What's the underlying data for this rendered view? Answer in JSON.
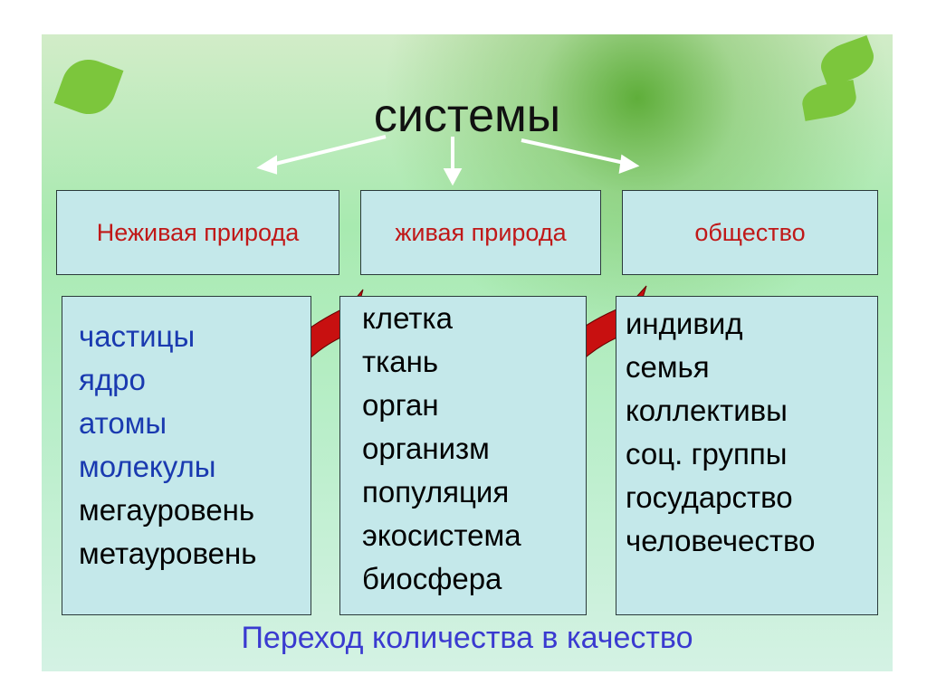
{
  "title": "системы",
  "categories": [
    {
      "label": "Неживая природа",
      "items": [
        "частицы",
        "ядро",
        "атомы",
        "молекулы",
        "мегауровень",
        "метауровень"
      ],
      "blue_count": 4
    },
    {
      "label": "живая природа",
      "items": [
        "клетка",
        "ткань",
        "орган",
        "организм",
        "популяция",
        "экосистема",
        "биосфера"
      ]
    },
    {
      "label": "общество",
      "items": [
        "индивид",
        "семья",
        "коллективы",
        "соц. группы",
        "государство",
        "человечество"
      ]
    }
  ],
  "footer": "Переход количества в качество",
  "colors": {
    "header_text": "#c01818",
    "box_fill": "#c4e8ea",
    "footer_text": "#3a3ad0",
    "arrow": "#c81010"
  }
}
